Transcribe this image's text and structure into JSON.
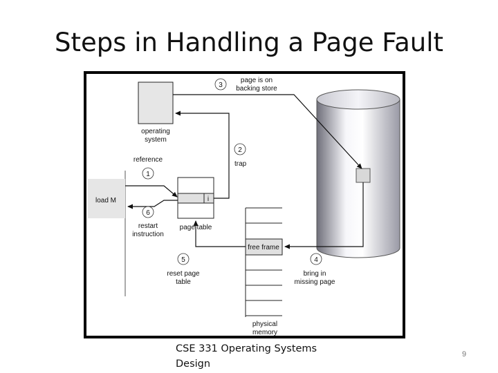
{
  "slide": {
    "title": "Steps in Handling a Page Fault",
    "footer_line1": "CSE 331 Operating Systems",
    "footer_line2": "Design",
    "page_number": "9"
  },
  "diagram": {
    "steps": {
      "s1": {
        "number": "1",
        "line1": "reference",
        "line2": ""
      },
      "s2": {
        "number": "2",
        "line1": "trap",
        "line2": ""
      },
      "s3": {
        "number": "3",
        "line1": "page is on",
        "line2": "backing store"
      },
      "s4": {
        "number": "4",
        "line1": "bring in",
        "line2": "missing page"
      },
      "s5": {
        "number": "5",
        "line1": "reset page",
        "line2": "table"
      },
      "s6": {
        "number": "6",
        "line1": "restart",
        "line2": "instruction"
      }
    },
    "labels": {
      "os_line1": "operating",
      "os_line2": "system",
      "load": "load M",
      "page_table": "page table",
      "invalid_bit": "i",
      "free_frame": "free frame",
      "physical_line1": "physical",
      "physical_line2": "memory"
    },
    "colors": {
      "box_fill": "#e6e6e6",
      "stroke": "#222222",
      "free_frame_fill": "#e0e0e0",
      "disk_light": "#f4f4f8",
      "disk_dark": "#8a8a96"
    }
  }
}
